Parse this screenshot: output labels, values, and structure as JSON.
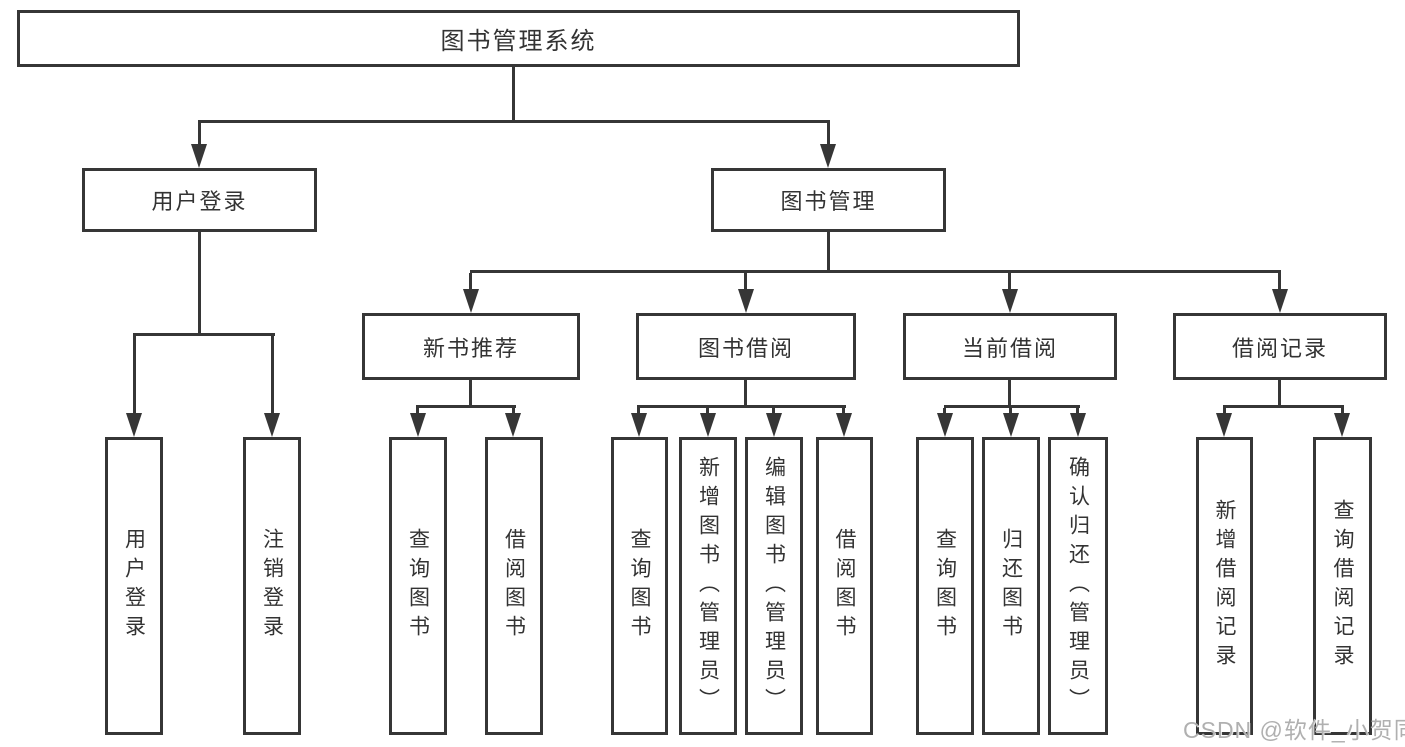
{
  "diagram": {
    "root": "图书管理系统",
    "level2": [
      "用户登录",
      "图书管理"
    ],
    "level3": [
      "新书推荐",
      "图书借阅",
      "当前借阅",
      "借阅记录"
    ],
    "leaves": {
      "user_login": [
        "用户登录",
        "注销登录"
      ],
      "new_book": [
        "查询图书",
        "借阅图书"
      ],
      "book_borrow": [
        "查询图书",
        "新增图书（管理员）",
        "编辑图书（管理员）",
        "借阅图书"
      ],
      "current_borrow": [
        "查询图书",
        "归还图书",
        "确认归还（管理员）"
      ],
      "borrow_record": [
        "新增借阅记录",
        "查询借阅记录"
      ]
    },
    "watermark": "CSDN @软件_小贺同学",
    "colors": {
      "line": "#363636",
      "text": "#333333",
      "watermark": "#b0b0b0",
      "background": "#ffffff"
    }
  }
}
